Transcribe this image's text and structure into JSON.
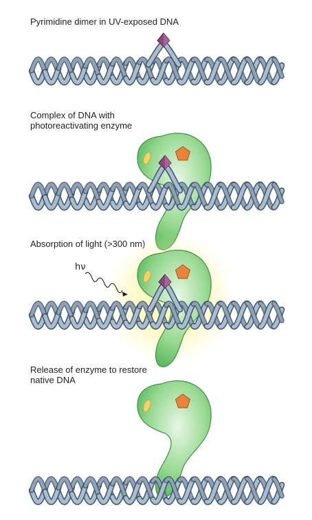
{
  "steps": [
    {
      "caption": "Pyrimidine dimer in UV-exposed DNA",
      "dimer": "yes",
      "enzyme": "no",
      "light": "no"
    },
    {
      "caption": "Complex of DNA with\nphotoreactivating enzyme",
      "dimer": "yes",
      "enzyme": "bound",
      "light": "no"
    },
    {
      "caption": "Absorption of light (>300 nm)",
      "dimer": "yes",
      "enzyme": "bound",
      "light": "yes"
    },
    {
      "caption": "Release of enzyme to restore\nnative DNA",
      "dimer": "no",
      "enzyme": "released",
      "light": "no"
    }
  ],
  "light_label": "hν",
  "colors": {
    "dna_strand": "#a9bdd0",
    "dna_outline": "#3f5266",
    "enzyme_fill": "#7dd080",
    "enzyme_outline": "#3f8f45",
    "dimer": "#8a4a78",
    "cofactor_pentagon": "#e8843a",
    "cofactor_oval": "#f3d36a",
    "glow": "#fff6a8"
  }
}
